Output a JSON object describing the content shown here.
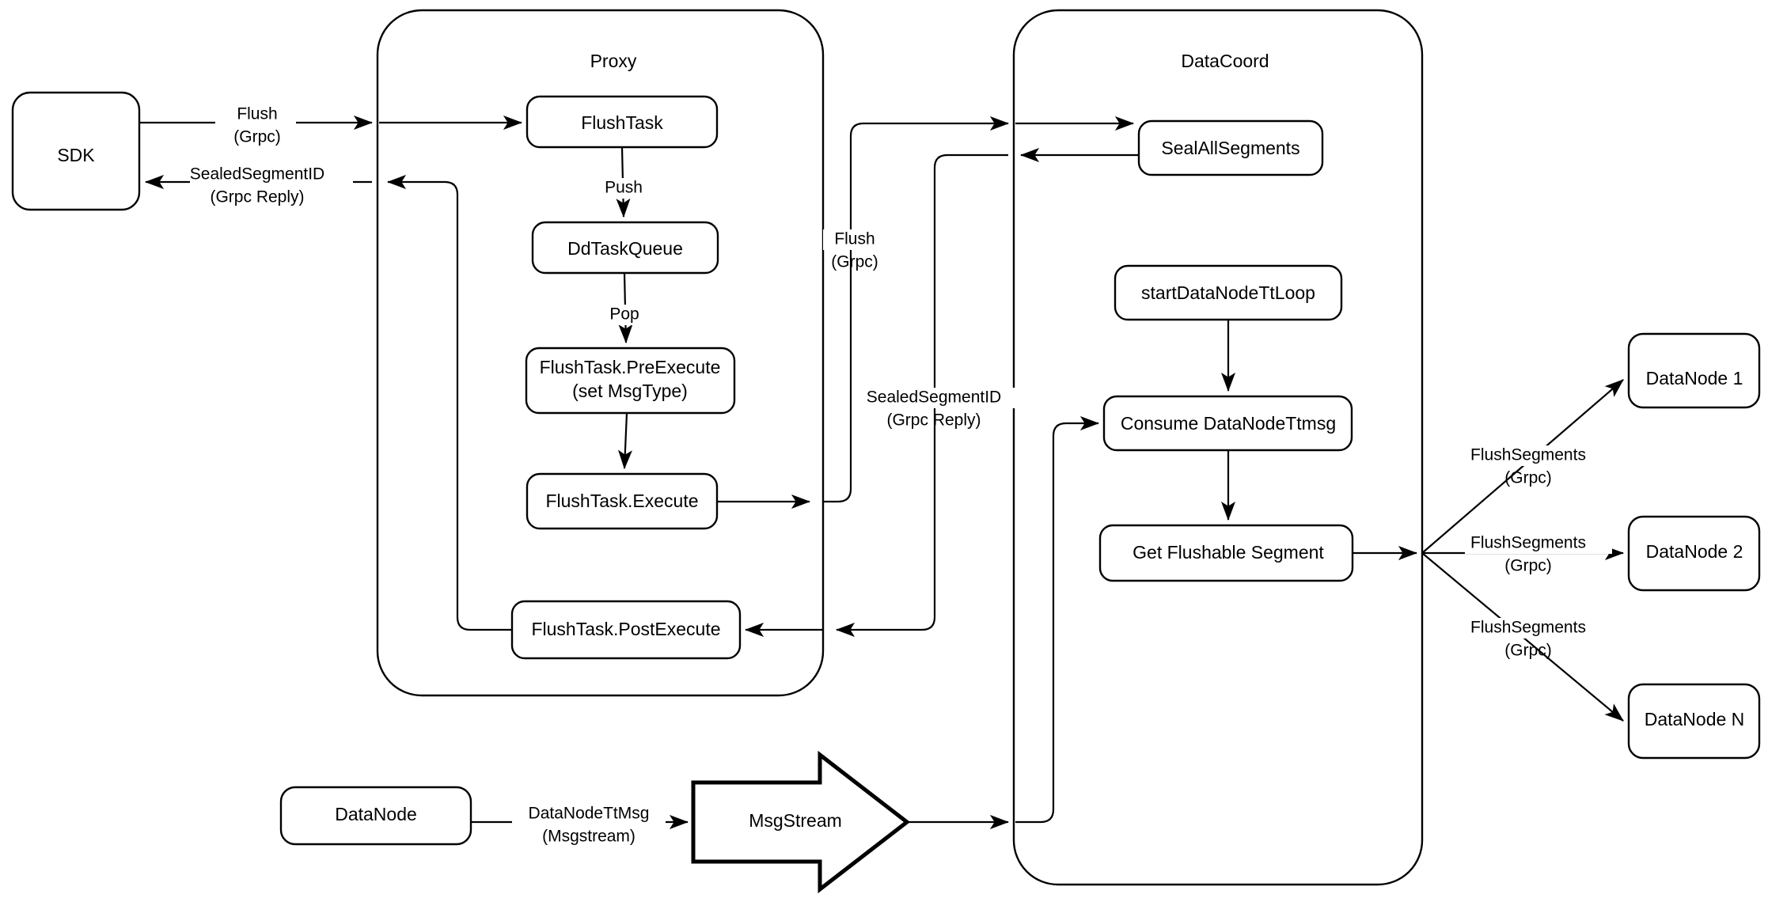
{
  "diagram": {
    "title": "Milvus Flush Sequence Flow",
    "background_color": "#ffffff",
    "stroke_color": "#000000"
  },
  "groups": [
    {
      "id": "proxy",
      "label": "Proxy"
    },
    {
      "id": "datacoord",
      "label": "DataCoord"
    }
  ],
  "nodes": {
    "sdk": "SDK",
    "flush_task": "FlushTask",
    "dd_task_queue": "DdTaskQueue",
    "pre_execute_line1": "FlushTask.PreExecute",
    "pre_execute_line2": "(set MsgType)",
    "execute": "FlushTask.Execute",
    "post_execute": "FlushTask.PostExecute",
    "seal_all_segments": "SealAllSegments",
    "start_tt_loop": "startDataNodeTtLoop",
    "consume_tt_msg": "Consume DataNodeTtmsg",
    "get_flushable_segment": "Get Flushable Segment",
    "data_node_1": "DataNode 1",
    "data_node_2": "DataNode 2",
    "data_node_n": "DataNode N",
    "data_node_bottom": "DataNode",
    "msg_stream": "MsgStream"
  },
  "edge_labels": {
    "sdk_to_proxy_l1": "Flush",
    "sdk_to_proxy_l2": "(Grpc)",
    "proxy_to_sdk_l1": "SealedSegmentID",
    "proxy_to_sdk_l2": "(Grpc Reply)",
    "push": "Push",
    "pop": "Pop",
    "proxy_to_coord_l1": "Flush",
    "proxy_to_coord_l2": "(Grpc)",
    "coord_to_proxy_l1": "SealedSegmentID",
    "coord_to_proxy_l2": "(Grpc Reply)",
    "flush_seg_1_l1": "FlushSegments",
    "flush_seg_1_l2": "(Grpc)",
    "flush_seg_2_l1": "FlushSegments",
    "flush_seg_2_l2": "(Grpc)",
    "flush_seg_n_l1": "FlushSegments",
    "flush_seg_n_l2": "(Grpc)",
    "datanode_tt_msg_l1": "DataNodeTtMsg",
    "datanode_tt_msg_l2": "(Msgstream)"
  }
}
